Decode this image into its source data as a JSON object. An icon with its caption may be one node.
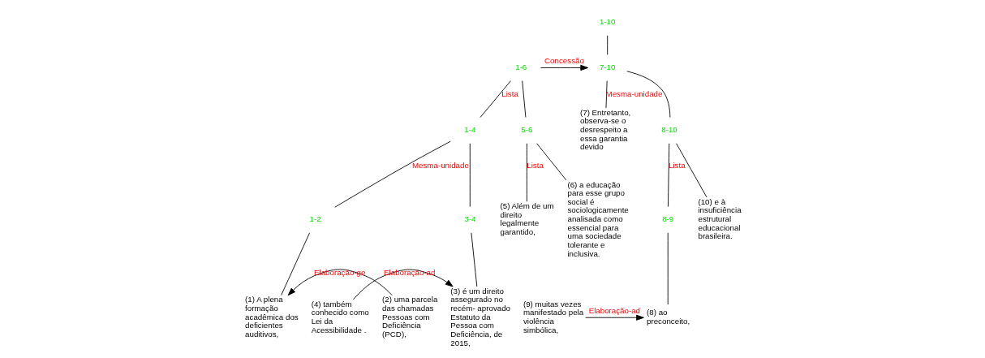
{
  "diagram": {
    "nodes": [
      {
        "text": [
          "1-10"
        ]
      },
      {
        "text": [
          "1-6"
        ]
      },
      {
        "text": [
          "7-10"
        ]
      },
      {
        "text": [
          "1-4"
        ]
      },
      {
        "text": [
          "5-6"
        ]
      },
      {
        "text": [
          "(7) Entretanto, observa-se o desrespeito a essa garantia devido"
        ]
      },
      {
        "text": [
          "8-10"
        ]
      },
      {
        "text": [
          "1-2"
        ]
      },
      {
        "text": [
          "3-4"
        ]
      },
      {
        "text": [
          "(5) Além de um direito legalmente garantido,"
        ]
      },
      {
        "text": [
          "(6) a educação para esse grupo social é sociologicamente analisada como essencial para uma sociedade tolerante e inclusiva."
        ]
      },
      {
        "text": [
          "8-9"
        ]
      },
      {
        "text": [
          "(10) e à insuficiência estrutural educacional brasileira."
        ]
      },
      {
        "text": [
          "(1) A plena formação acadêmica dos deficientes auditivos,"
        ]
      },
      {
        "text": [
          "(2) uma parcela das chamadas Pessoas com Deficiência (PCD),"
        ]
      },
      {
        "text": [
          "(3) é um direito assegurado no recém- aprovado Estatuto da Pessoa com Deficiência, de 2015,"
        ]
      },
      {
        "text": [
          "(4) também conhecido como Lei da Acessibilidade ."
        ]
      },
      {
        "text": [
          "(8) ao preconceito,"
        ]
      },
      {
        "text": [
          "(9) muitas vezes manifestado pela violência simbólica,"
        ]
      }
    ],
    "edges": [
      {
        "from": 0,
        "to": 2,
        "arrow": "none"
      },
      {
        "from": 1,
        "to": 2,
        "arrow": "to",
        "label": "Concessão"
      },
      {
        "from": 1,
        "to": 3,
        "arrow": "none",
        "label": "Lista"
      },
      {
        "from": 1,
        "to": 4,
        "arrow": "none"
      },
      {
        "from": 2,
        "to": 5,
        "arrow": "none",
        "label": "Mesma-unidade"
      },
      {
        "from": 2,
        "to": 6,
        "arrow": "none"
      },
      {
        "from": 3,
        "to": 7,
        "arrow": "none",
        "label": "Mesma-unidade"
      },
      {
        "from": 3,
        "to": 8,
        "arrow": "none"
      },
      {
        "from": 4,
        "to": 9,
        "arrow": "none",
        "label": "Lista"
      },
      {
        "from": 4,
        "to": 10,
        "arrow": "none"
      },
      {
        "from": 6,
        "to": 11,
        "arrow": "none",
        "label": "Lista"
      },
      {
        "from": 6,
        "to": 12,
        "arrow": "none"
      },
      {
        "from": 7,
        "to": 13,
        "arrow": "none"
      },
      {
        "from": 14,
        "to": 13,
        "arrow": "to",
        "label": "Elaboração-ge"
      },
      {
        "from": 8,
        "to": 15,
        "arrow": "none"
      },
      {
        "from": 16,
        "to": 15,
        "arrow": "to",
        "label": "Elaboração-ad"
      },
      {
        "from": 11,
        "to": 17,
        "arrow": "none"
      },
      {
        "from": 18,
        "to": 17,
        "arrow": "to",
        "label": "Elaboração-ad"
      }
    ]
  }
}
